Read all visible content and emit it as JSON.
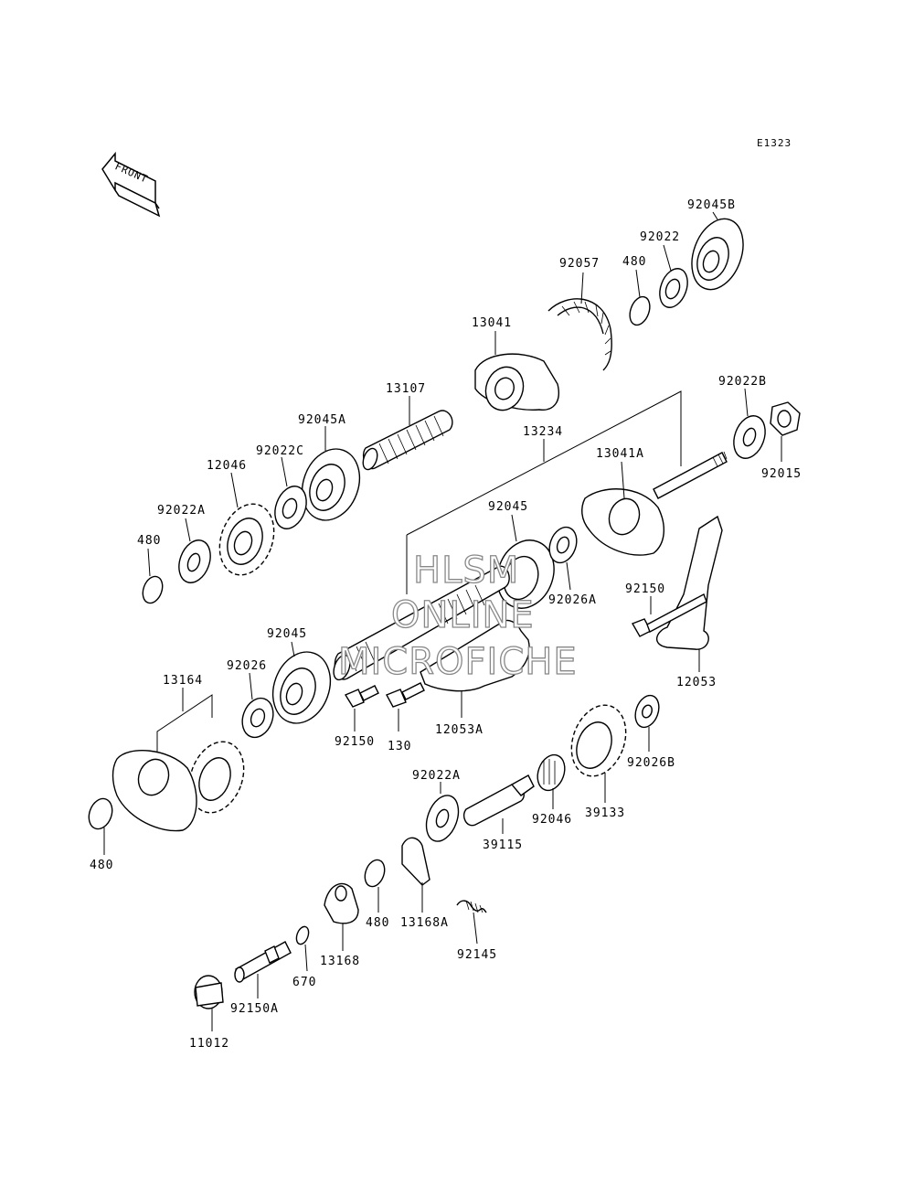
{
  "diagram": {
    "code": "E1323",
    "front_label": "FRONT",
    "watermark": [
      "HLSM",
      "ONLINE",
      "MICROFICHE"
    ],
    "parts": [
      {
        "id": "92045B",
        "label": "92045B"
      },
      {
        "id": "92022",
        "label": "92022"
      },
      {
        "id": "480a",
        "label": "480"
      },
      {
        "id": "92057",
        "label": "92057"
      },
      {
        "id": "13041",
        "label": "13041"
      },
      {
        "id": "13107",
        "label": "13107"
      },
      {
        "id": "92045A",
        "label": "92045A"
      },
      {
        "id": "92022C",
        "label": "92022C"
      },
      {
        "id": "12046",
        "label": "12046"
      },
      {
        "id": "92022A_top",
        "label": "92022A"
      },
      {
        "id": "480b",
        "label": "480"
      },
      {
        "id": "13234",
        "label": "13234"
      },
      {
        "id": "92022B",
        "label": "92022B"
      },
      {
        "id": "92015",
        "label": "92015"
      },
      {
        "id": "13041A",
        "label": "13041A"
      },
      {
        "id": "92045",
        "label": "92045"
      },
      {
        "id": "92026A",
        "label": "92026A"
      },
      {
        "id": "92150_right",
        "label": "92150"
      },
      {
        "id": "12053",
        "label": "12053"
      },
      {
        "id": "92045_left",
        "label": "92045"
      },
      {
        "id": "92026",
        "label": "92026"
      },
      {
        "id": "13164",
        "label": "13164"
      },
      {
        "id": "92150_mid",
        "label": "92150"
      },
      {
        "id": "130",
        "label": "130"
      },
      {
        "id": "12053A",
        "label": "12053A"
      },
      {
        "id": "480c",
        "label": "480"
      },
      {
        "id": "92022A_mid",
        "label": "92022A"
      },
      {
        "id": "39115",
        "label": "39115"
      },
      {
        "id": "92046",
        "label": "92046"
      },
      {
        "id": "39133",
        "label": "39133"
      },
      {
        "id": "92026B",
        "label": "92026B"
      },
      {
        "id": "480d",
        "label": "480"
      },
      {
        "id": "13168A",
        "label": "13168A"
      },
      {
        "id": "13168",
        "label": "13168"
      },
      {
        "id": "92145",
        "label": "92145"
      },
      {
        "id": "670",
        "label": "670"
      },
      {
        "id": "92150A",
        "label": "92150A"
      },
      {
        "id": "11012",
        "label": "11012"
      }
    ]
  }
}
